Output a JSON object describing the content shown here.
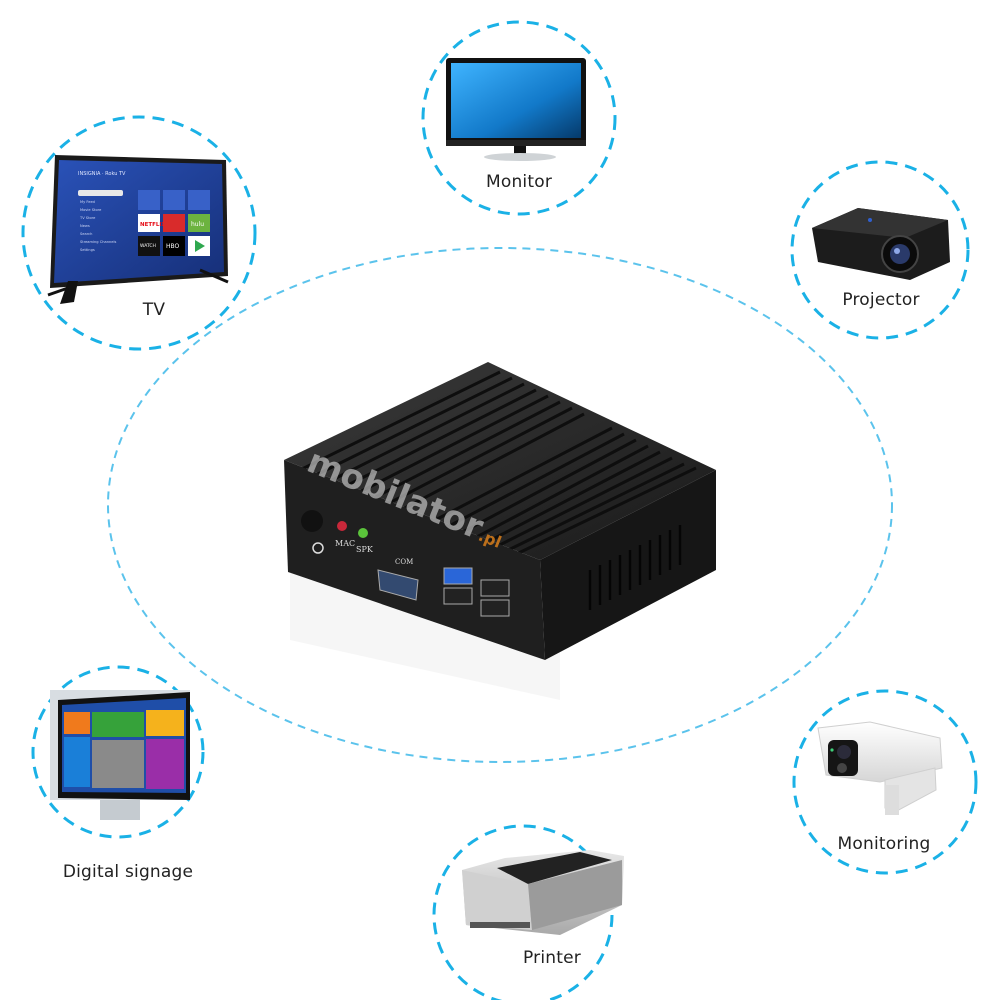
{
  "diagram": {
    "accent_color": "#1ab1e6",
    "center_device": {
      "name": "mini PC",
      "brand_watermark": "mobilator.pl",
      "ports": {
        "audio_mic": "MAC",
        "audio_speaker": "SPK",
        "serial": "COM",
        "usb_count": 4
      }
    },
    "peripherals": [
      {
        "id": "monitor",
        "label": "Monitor"
      },
      {
        "id": "tv",
        "label": "TV",
        "screen": {
          "brand": "INSIGNIA · Roku TV",
          "menu": [
            "Home",
            "My Feed",
            "Movie Store",
            "TV Store",
            "News",
            "Search",
            "Streaming Channels",
            "Settings"
          ],
          "tiles": [
            "NETFLIX",
            "YouTube",
            "hulu",
            "WATCH ESPN",
            "HBO NOW",
            "Google Play"
          ]
        }
      },
      {
        "id": "projector",
        "label": "Projector"
      },
      {
        "id": "digital-signage",
        "label": "Digital signage"
      },
      {
        "id": "printer",
        "label": "Printer"
      },
      {
        "id": "monitoring",
        "label": "Monitoring"
      }
    ]
  }
}
